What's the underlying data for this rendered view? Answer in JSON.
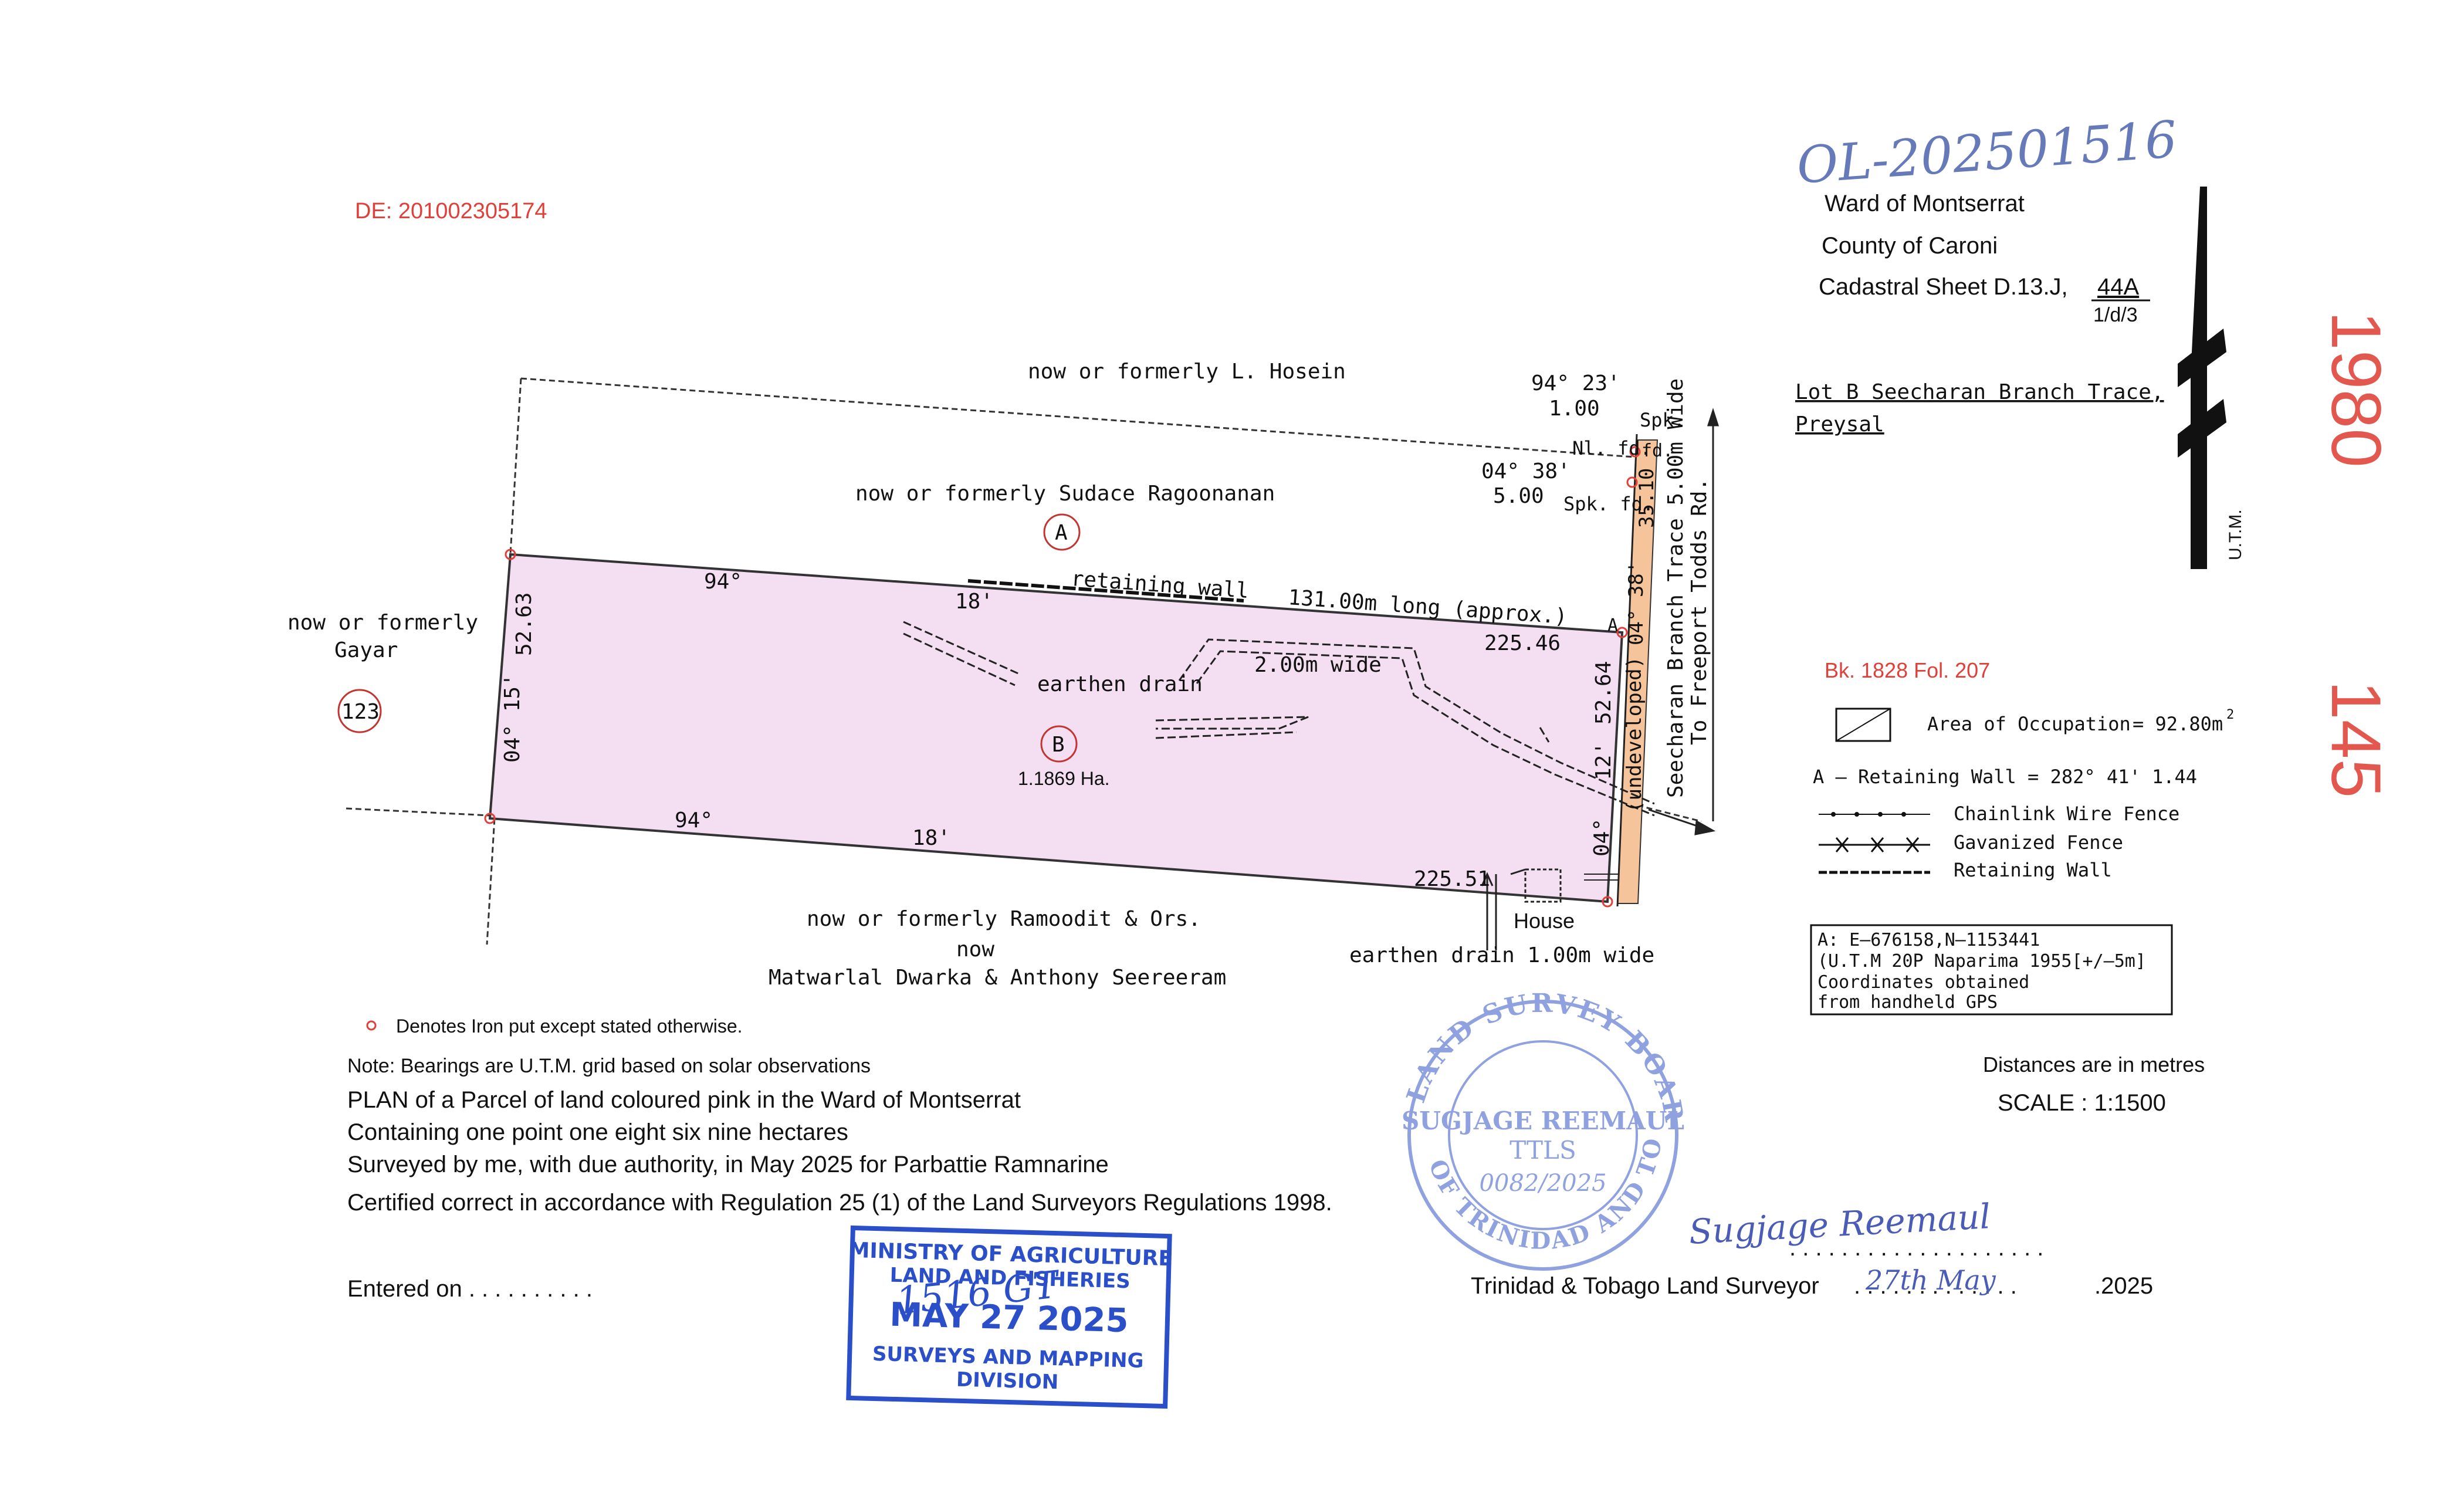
{
  "header": {
    "de_number": "DE: 201002305174",
    "reference_handwritten": "OL-202501516",
    "ward": "Ward of Montserrat",
    "county": "County of Caroni",
    "cadastral_prefix": "Cadastral Sheet D.13.J,",
    "cadastral_top": "44A",
    "cadastral_bottom": "1/d/3",
    "margin_numbers": [
      "1980",
      "145"
    ]
  },
  "north_arrow": {
    "label": "U.T.M."
  },
  "location": {
    "line1": "Lot B Seecharan Branch Trace,",
    "line2": "Preysal"
  },
  "reference": {
    "book": "Bk. 1828 Fol. 207"
  },
  "neighbours": {
    "north_outer": "now or formerly L. Hosein",
    "north_inner": "now or formerly Sudace Ragoonanan",
    "west_line1": "now or formerly",
    "west_line2": "Gayar",
    "south_line1": "now or formerly Ramoodit & Ors.",
    "south_line2": "now",
    "south_line3": "Matwarlal Dwarka & Anthony Seereeram"
  },
  "parcel": {
    "fill_color": "#f3def2",
    "occupation_color": "#f6c49a",
    "circle_a": "A",
    "circle_b": "B",
    "circle_west": "123",
    "area": "1.1869 Ha.",
    "north_bearing_deg": "94°",
    "north_bearing_min": "18'",
    "north_distance": "225.46",
    "south_bearing_deg": "94°",
    "south_bearing_min": "18'",
    "south_distance": "225.51",
    "west_distance": "52.63",
    "west_bearing": "04° 15'",
    "east_distance": "52.64",
    "east_bearing_deg": "04°",
    "east_bearing_min": "12'",
    "retaining_wall": "retaining   wall",
    "retaining_wall_length": "131.00m   long  (approx.)",
    "earthen_drain": "earthen drain",
    "drain_width": "2.00m  wide",
    "house": "House",
    "south_drain": "earthen drain 1.00m wide"
  },
  "road": {
    "top_bearing": "94° 23'",
    "top_dist": "1.00",
    "spk": "Spk.",
    "nl_fd": "Nl. fd.",
    "fd": "fd.",
    "mid_bearing": "04° 38'",
    "mid_dist": "5.00",
    "spk_fd": "Spk. fd.",
    "road_bearing": "04° 38'",
    "road_dist": "35.10",
    "undeveloped": "(undeveloped)",
    "name": "Seecharan Branch Trace 5.00m Wide",
    "to": "To Freeport Todds Rd.",
    "corner_a": "A"
  },
  "legend": {
    "area_label": "Area of Occupation",
    "area_value": "=  92.80m",
    "area_sup": "2",
    "wall_label": "A  –  Retaining Wall  =  282° 41' 1.44",
    "chainlink": "Chainlink Wire Fence",
    "galvanized": "Gavanized Fence",
    "retaining": "Retaining Wall"
  },
  "coords_box": {
    "line1": "A: E–676158,N–1153441",
    "line2": "(U.T.M 20P Naparima 1955[+/–5m]",
    "line3": "Coordinates obtained",
    "line4": "from handheld GPS"
  },
  "notes": {
    "iron": "Denotes Iron put except stated otherwise.",
    "bearings": "Note: Bearings are U.T.M. grid based on solar observations",
    "plan_title": "PLAN of a Parcel of land coloured pink in the Ward of Montserrat",
    "containing": "Containing one point one eight six nine hectares",
    "surveyed": "Surveyed by me, with due authority, in May 2025 for Parbattie Ramnarine",
    "certified": "Certified correct in accordance with Regulation 25 (1) of the Land Surveyors Regulations 1998.",
    "distances": "Distances are in metres",
    "scale": "SCALE : 1:1500"
  },
  "footer": {
    "entered": "Entered on  . . . . . . . . . .",
    "surveyor_label": "Trinidad & Tobago  Land Surveyor",
    "signature": "Sugjage Reemaul",
    "date_hand": "27th May",
    "year": ".2025"
  },
  "stamp_board": {
    "top": "LAND SURVEY BOARD",
    "bottom": "OF TRINIDAD AND TOBAGO",
    "name": "SUGJAGE REEMAUL",
    "ttls": "TTLS",
    "number": "0082/2025",
    "color": "#8fa2df"
  },
  "stamp_ministry": {
    "line1": "MINISTRY OF AGRICULTURE",
    "line2": "LAND AND FISHERIES",
    "date": "MAY 27 2025",
    "line4": "SURVEYS AND MAPPING",
    "line5": "DIVISION",
    "handwritten": "1516 GT",
    "color": "#2b4ec9"
  }
}
